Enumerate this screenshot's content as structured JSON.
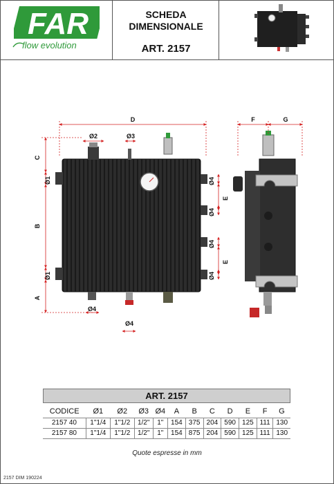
{
  "header": {
    "brand": "FAR",
    "tagline": "flow evolution",
    "title_line1": "SCHEDA",
    "title_line2": "DIMENSIONALE",
    "article": "ART. 2157"
  },
  "drawing": {
    "dim_labels": {
      "D": "D",
      "F": "F",
      "G": "G",
      "C": "C",
      "B": "B",
      "A": "A",
      "E_top": "E",
      "E_bottom": "E",
      "phi1_top": "Ø1",
      "phi1_bottom": "Ø1",
      "phi2": "Ø2",
      "phi3": "Ø3",
      "phi4_r1": "Ø4",
      "phi4_r2": "Ø4",
      "phi4_r3": "Ø4",
      "phi4_r4": "Ø4",
      "phi4_b1": "Ø4",
      "phi4_b2": "Ø4"
    }
  },
  "table": {
    "title": "ART. 2157",
    "headers": [
      "CODICE",
      "Ø1",
      "Ø2",
      "Ø3",
      "Ø4",
      "A",
      "B",
      "C",
      "D",
      "E",
      "F",
      "G"
    ],
    "rows": [
      [
        "2157 40",
        "1\"1/4",
        "1\"1/2",
        "1/2\"",
        "1\"",
        "154",
        "375",
        "204",
        "590",
        "125",
        "111",
        "130"
      ],
      [
        "2157 80",
        "1\"1/4",
        "1\"1/2",
        "1/2\"",
        "1\"",
        "154",
        "875",
        "204",
        "590",
        "125",
        "111",
        "130"
      ]
    ]
  },
  "note": "Quote espresse in mm",
  "doc_code": "2157 DIM 190224",
  "colors": {
    "brand_green": "#2f9a3a",
    "dim_red": "#d42020",
    "body_dark": "#2a2a2a"
  }
}
